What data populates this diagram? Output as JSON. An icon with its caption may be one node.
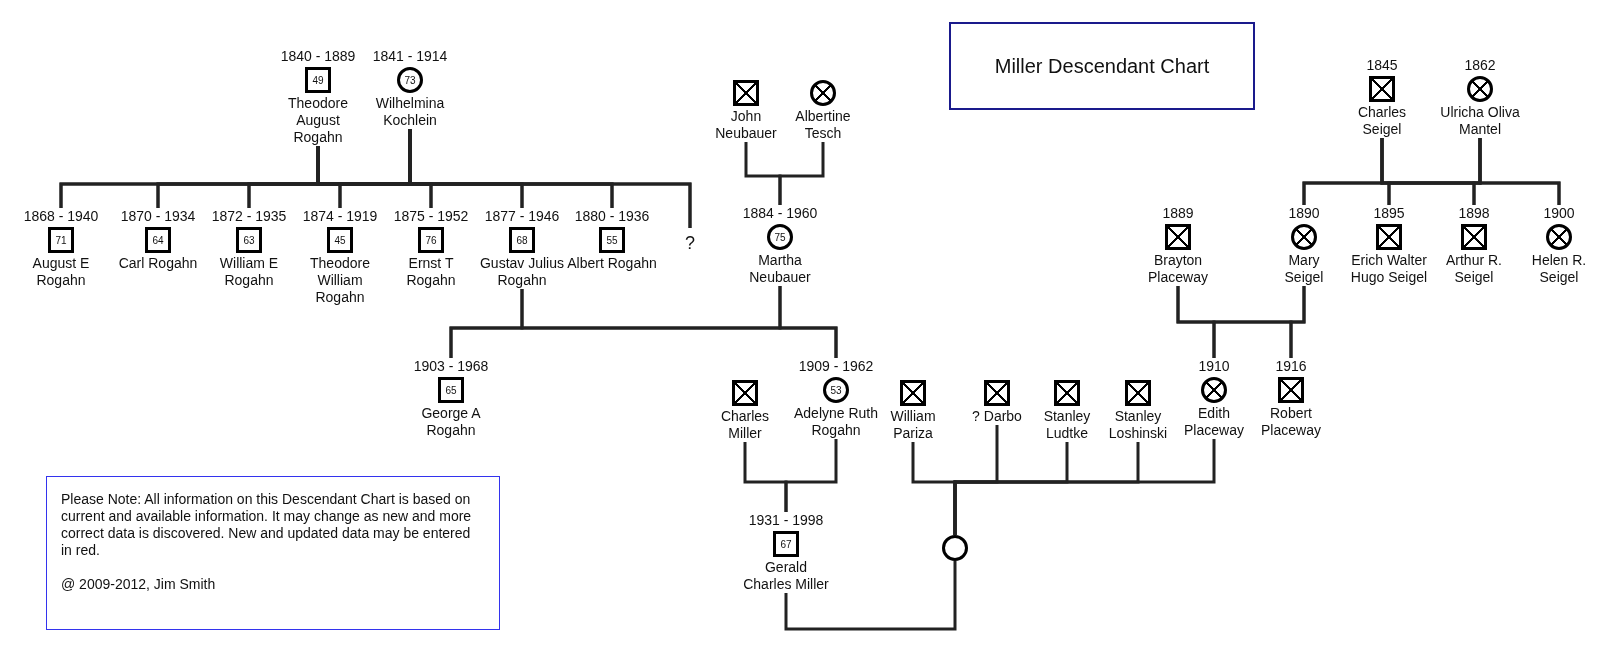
{
  "diagram": {
    "title": "Miller Descendant Chart",
    "nodes": [
      {
        "text": [
          "1840 - 1889",
          "49",
          "Theodore August Rogahn"
        ]
      },
      {
        "text": [
          "1841 - 1914",
          "73",
          "Wilhelmina Kochlein"
        ]
      },
      {
        "text": [
          "John Neubauer"
        ]
      },
      {
        "text": [
          "Albertine Tesch"
        ]
      },
      {
        "text": [
          "1845",
          "Charles Seigel"
        ]
      },
      {
        "text": [
          "1862",
          "Ulricha Oliva Mantel"
        ]
      },
      {
        "text": [
          "1868 - 1940",
          "71",
          "August E Rogahn"
        ]
      },
      {
        "text": [
          "1870 - 1934",
          "64",
          "Carl Rogahn"
        ]
      },
      {
        "text": [
          "1872 - 1935",
          "63",
          "William E Rogahn"
        ]
      },
      {
        "text": [
          "1874 - 1919",
          "45",
          "Theodore William Rogahn"
        ]
      },
      {
        "text": [
          "1875 - 1952",
          "76",
          "Ernst T Rogahn"
        ]
      },
      {
        "text": [
          "1877 - 1946",
          "68",
          "Gustav Julius Rogahn"
        ]
      },
      {
        "text": [
          "1880 - 1936",
          "55",
          "Albert Rogahn"
        ]
      },
      {
        "text": [
          "?"
        ]
      },
      {
        "text": [
          "1884 - 1960",
          "75",
          "Martha Neubauer"
        ]
      },
      {
        "text": [
          "1889",
          "Brayton Placeway"
        ]
      },
      {
        "text": [
          "1890",
          "Mary Seigel"
        ]
      },
      {
        "text": [
          "1895",
          "Erich Walter Hugo Seigel"
        ]
      },
      {
        "text": [
          "1898",
          "Arthur R. Seigel"
        ]
      },
      {
        "text": [
          "1900",
          "Helen R. Seigel"
        ]
      },
      {
        "text": [
          "1903 - 1968",
          "65",
          "George A Rogahn"
        ]
      },
      {
        "text": [
          "1909 - 1962",
          "53",
          "Adelyne Ruth Rogahn"
        ]
      },
      {
        "text": [
          "Charles Miller"
        ]
      },
      {
        "text": [
          "William Pariza"
        ]
      },
      {
        "text": [
          "? Darbo"
        ]
      },
      {
        "text": [
          "Stanley Ludtke"
        ]
      },
      {
        "text": [
          "Stanley Loshinski"
        ]
      },
      {
        "text": [
          "1910",
          "Edith Placeway"
        ]
      },
      {
        "text": [
          "1916",
          "Robert Placeway"
        ]
      },
      {
        "text": [
          "1931 - 1998",
          "67",
          "Gerald Charles Miller"
        ]
      },
      {
        "text": [],
        "shape": "circle"
      }
    ],
    "edges": [
      {
        "from": 0,
        "to": 6,
        "arrow": "none"
      },
      {
        "from": 0,
        "to": 7,
        "arrow": "none"
      },
      {
        "from": 0,
        "to": 8,
        "arrow": "none"
      },
      {
        "from": 0,
        "to": 9,
        "arrow": "none"
      },
      {
        "from": 0,
        "to": 10,
        "arrow": "none"
      },
      {
        "from": 0,
        "to": 11,
        "arrow": "none"
      },
      {
        "from": 0,
        "to": 12,
        "arrow": "none"
      },
      {
        "from": 0,
        "to": 13,
        "arrow": "none"
      },
      {
        "from": 1,
        "to": 6,
        "arrow": "none"
      },
      {
        "from": 1,
        "to": 7,
        "arrow": "none"
      },
      {
        "from": 1,
        "to": 8,
        "arrow": "none"
      },
      {
        "from": 1,
        "to": 9,
        "arrow": "none"
      },
      {
        "from": 1,
        "to": 10,
        "arrow": "none"
      },
      {
        "from": 1,
        "to": 11,
        "arrow": "none"
      },
      {
        "from": 1,
        "to": 12,
        "arrow": "none"
      },
      {
        "from": 1,
        "to": 13,
        "arrow": "none"
      },
      {
        "from": 2,
        "to": 14,
        "arrow": "none"
      },
      {
        "from": 3,
        "to": 14,
        "arrow": "none"
      },
      {
        "from": 4,
        "to": 16,
        "arrow": "none"
      },
      {
        "from": 4,
        "to": 17,
        "arrow": "none"
      },
      {
        "from": 4,
        "to": 18,
        "arrow": "none"
      },
      {
        "from": 4,
        "to": 19,
        "arrow": "none"
      },
      {
        "from": 5,
        "to": 16,
        "arrow": "none"
      },
      {
        "from": 5,
        "to": 17,
        "arrow": "none"
      },
      {
        "from": 5,
        "to": 18,
        "arrow": "none"
      },
      {
        "from": 5,
        "to": 19,
        "arrow": "none"
      },
      {
        "from": 11,
        "to": 20,
        "arrow": "none"
      },
      {
        "from": 11,
        "to": 21,
        "arrow": "none"
      },
      {
        "from": 14,
        "to": 20,
        "arrow": "none"
      },
      {
        "from": 14,
        "to": 21,
        "arrow": "none"
      },
      {
        "from": 15,
        "to": 27,
        "arrow": "none"
      },
      {
        "from": 15,
        "to": 28,
        "arrow": "none"
      },
      {
        "from": 16,
        "to": 27,
        "arrow": "none"
      },
      {
        "from": 16,
        "to": 28,
        "arrow": "none"
      },
      {
        "from": 22,
        "to": 29,
        "arrow": "none"
      },
      {
        "from": 21,
        "to": 29,
        "arrow": "none"
      },
      {
        "from": 23,
        "to": 30,
        "arrow": "none"
      },
      {
        "from": 24,
        "to": 30,
        "arrow": "none"
      },
      {
        "from": 25,
        "to": 30,
        "arrow": "none"
      },
      {
        "from": 26,
        "to": 30,
        "arrow": "none"
      },
      {
        "from": 27,
        "to": 30,
        "arrow": "none"
      },
      {
        "from": 30,
        "to": 29,
        "arrow": "none"
      }
    ],
    "labels": [
      "Please Note: All information on this Descendant Chart is based on current and available information. It may change as new and more correct data is discovered. New and updated data may be entered in red.",
      "@ 2009-2012, Jim Smith"
    ]
  }
}
